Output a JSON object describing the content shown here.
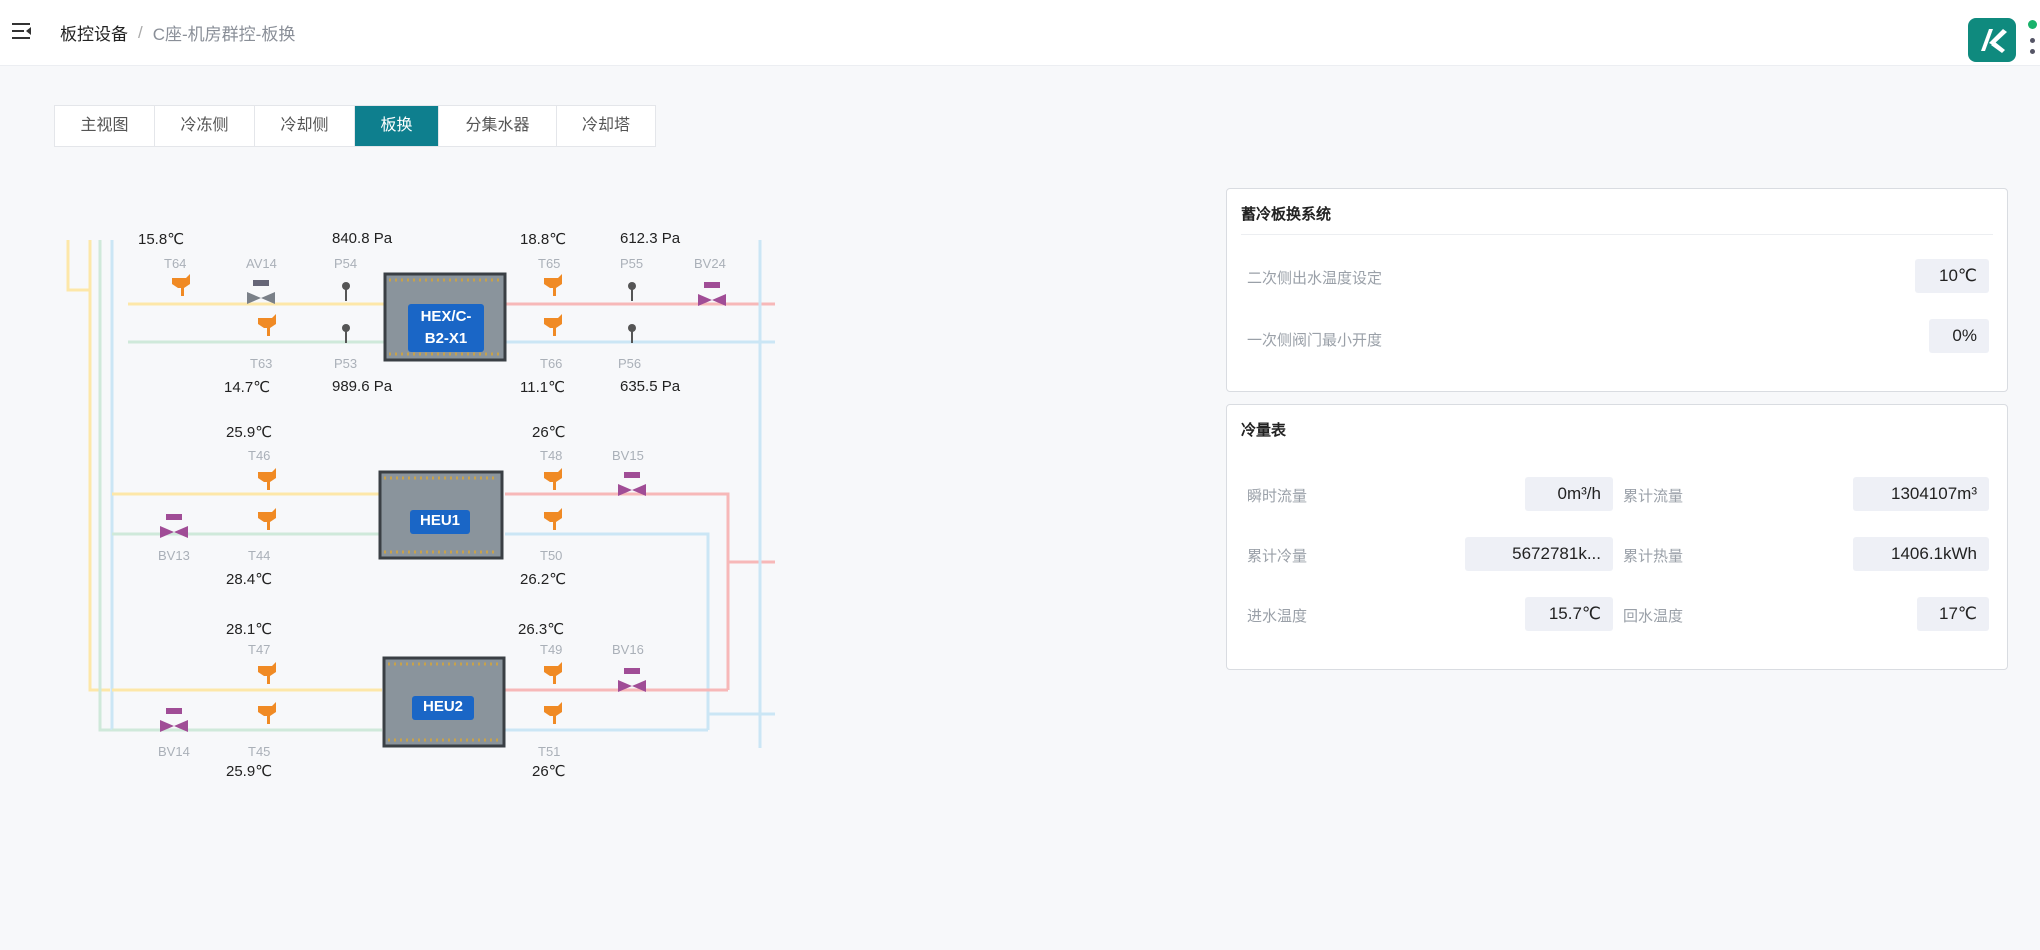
{
  "header": {
    "breadcrumb_root": "板控设备",
    "breadcrumb_sep": "/",
    "breadcrumb_current": "C座-机房群控-板换"
  },
  "tabs": [
    {
      "label": "主视图"
    },
    {
      "label": "冷冻侧"
    },
    {
      "label": "冷却侧"
    },
    {
      "label": "板换",
      "active": true
    },
    {
      "label": "分集水器"
    },
    {
      "label": "冷却塔"
    }
  ],
  "diagram": {
    "hex1": {
      "name": "HEX/C-\nB2-X1",
      "name_line1": "HEX/C-",
      "name_line2": "B2-X1",
      "T64": {
        "tag": "T64",
        "value": "15.8℃"
      },
      "AV14": {
        "tag": "AV14"
      },
      "P54": {
        "tag": "P54",
        "value": "840.8 Pa"
      },
      "T65": {
        "tag": "T65",
        "value": "18.8℃"
      },
      "P55": {
        "tag": "P55",
        "value": "612.3 Pa"
      },
      "BV24": {
        "tag": "BV24"
      },
      "T63": {
        "tag": "T63",
        "value": "14.7℃"
      },
      "P53": {
        "tag": "P53",
        "value": "989.6 Pa"
      },
      "T66": {
        "tag": "T66",
        "value": "11.1℃"
      },
      "P56": {
        "tag": "P56",
        "value": "635.5 Pa"
      }
    },
    "heu1": {
      "name": "HEU1",
      "T46": {
        "tag": "T46",
        "value": "25.9℃"
      },
      "T48": {
        "tag": "T48",
        "value": "26℃"
      },
      "BV15": {
        "tag": "BV15"
      },
      "BV13": {
        "tag": "BV13"
      },
      "T44": {
        "tag": "T44",
        "value": "28.4℃"
      },
      "T50": {
        "tag": "T50",
        "value": "26.2℃"
      }
    },
    "heu2": {
      "name": "HEU2",
      "T47": {
        "tag": "T47",
        "value": "28.1℃"
      },
      "T49": {
        "tag": "T49",
        "value": "26.3℃"
      },
      "BV16": {
        "tag": "BV16"
      },
      "BV14": {
        "tag": "BV14"
      },
      "T45": {
        "tag": "T45",
        "value": "25.9℃"
      },
      "T51": {
        "tag": "T51",
        "value": "26℃"
      }
    },
    "colors": {
      "warm_pipe": "#fde7a8",
      "hot_pipe": "#f7b8b8",
      "cold_pipe": "#cbe6f5",
      "green_pipe": "#cfe9da",
      "sensor": "#f08a24",
      "valve": "#a04d96",
      "hx_body": "#8a949c",
      "hx_label": "#1a66c6"
    }
  },
  "panel_storage": {
    "title": "蓄冷板换系统",
    "fields": [
      {
        "label": "二次侧出水温度设定",
        "value": "10℃"
      },
      {
        "label": "一次侧阀门最小开度",
        "value": "0%"
      }
    ]
  },
  "panel_meter": {
    "title": "冷量表",
    "fields": [
      {
        "label": "瞬时流量",
        "value": "0m³/h"
      },
      {
        "label": "累计流量",
        "value": "1304107m³"
      },
      {
        "label": "累计冷量",
        "value": "5672781k..."
      },
      {
        "label": "累计热量",
        "value": "1406.1kWh"
      },
      {
        "label": "进水温度",
        "value": "15.7℃"
      },
      {
        "label": "回水温度",
        "value": "17℃"
      }
    ]
  }
}
